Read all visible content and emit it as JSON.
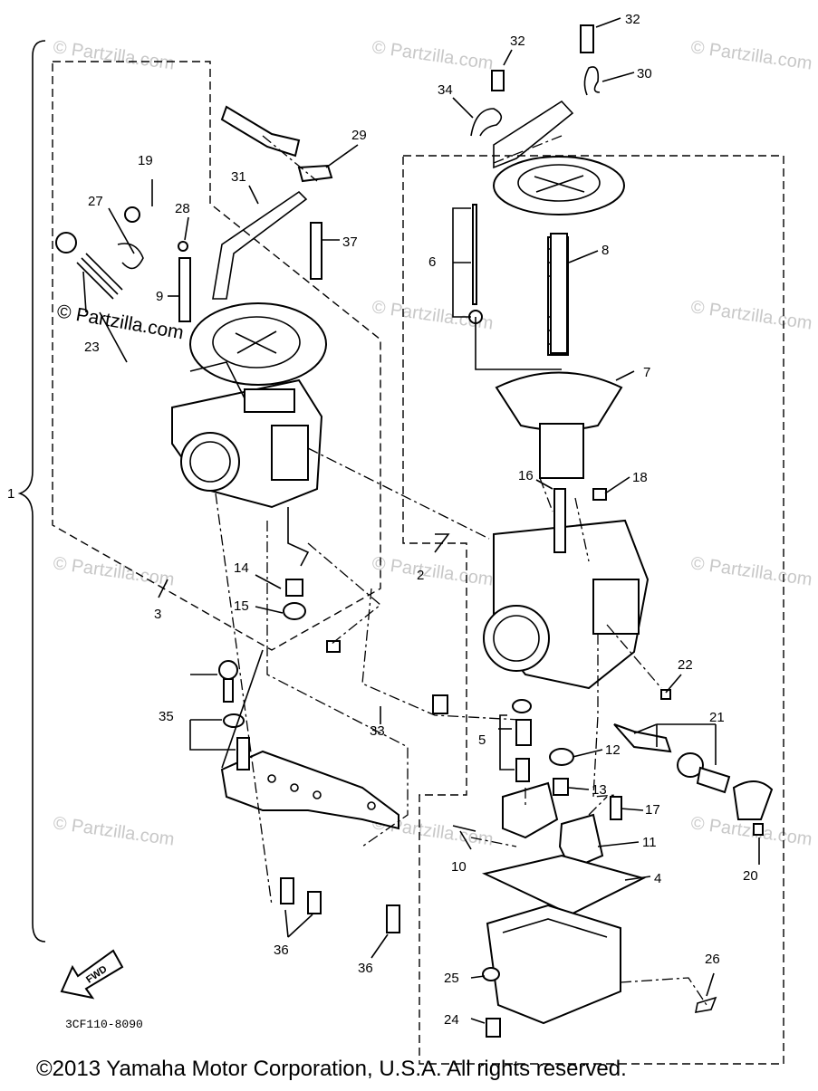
{
  "diagram": {
    "drawing_code": "3CF110-8090",
    "copyright": "©2013 Yamaha Motor Corporation, U.S.A. All rights reserved.",
    "watermark": "© Partzilla.com",
    "direction_arrow": "FWD",
    "callouts": [
      {
        "id": "1",
        "text": "1"
      },
      {
        "id": "2",
        "text": "2"
      },
      {
        "id": "3",
        "text": "3"
      },
      {
        "id": "4",
        "text": "4"
      },
      {
        "id": "5",
        "text": "5"
      },
      {
        "id": "6",
        "text": "6"
      },
      {
        "id": "7",
        "text": "7"
      },
      {
        "id": "8",
        "text": "8"
      },
      {
        "id": "9",
        "text": "9"
      },
      {
        "id": "10",
        "text": "10"
      },
      {
        "id": "11",
        "text": "11"
      },
      {
        "id": "12",
        "text": "12"
      },
      {
        "id": "13",
        "text": "13"
      },
      {
        "id": "14",
        "text": "14"
      },
      {
        "id": "15",
        "text": "15"
      },
      {
        "id": "16",
        "text": "16"
      },
      {
        "id": "17",
        "text": "17"
      },
      {
        "id": "18",
        "text": "18"
      },
      {
        "id": "19",
        "text": "19"
      },
      {
        "id": "20",
        "text": "20"
      },
      {
        "id": "21",
        "text": "21"
      },
      {
        "id": "22",
        "text": "22"
      },
      {
        "id": "23",
        "text": "23"
      },
      {
        "id": "24",
        "text": "24"
      },
      {
        "id": "25",
        "text": "25"
      },
      {
        "id": "26",
        "text": "26"
      },
      {
        "id": "27",
        "text": "27"
      },
      {
        "id": "28",
        "text": "28"
      },
      {
        "id": "29",
        "text": "29"
      },
      {
        "id": "30",
        "text": "30"
      },
      {
        "id": "31",
        "text": "31"
      },
      {
        "id": "32a",
        "text": "32"
      },
      {
        "id": "32b",
        "text": "32"
      },
      {
        "id": "33",
        "text": "33"
      },
      {
        "id": "34",
        "text": "34"
      },
      {
        "id": "35",
        "text": "35"
      },
      {
        "id": "36a",
        "text": "36"
      },
      {
        "id": "36b",
        "text": "36"
      },
      {
        "id": "37",
        "text": "37"
      }
    ]
  }
}
